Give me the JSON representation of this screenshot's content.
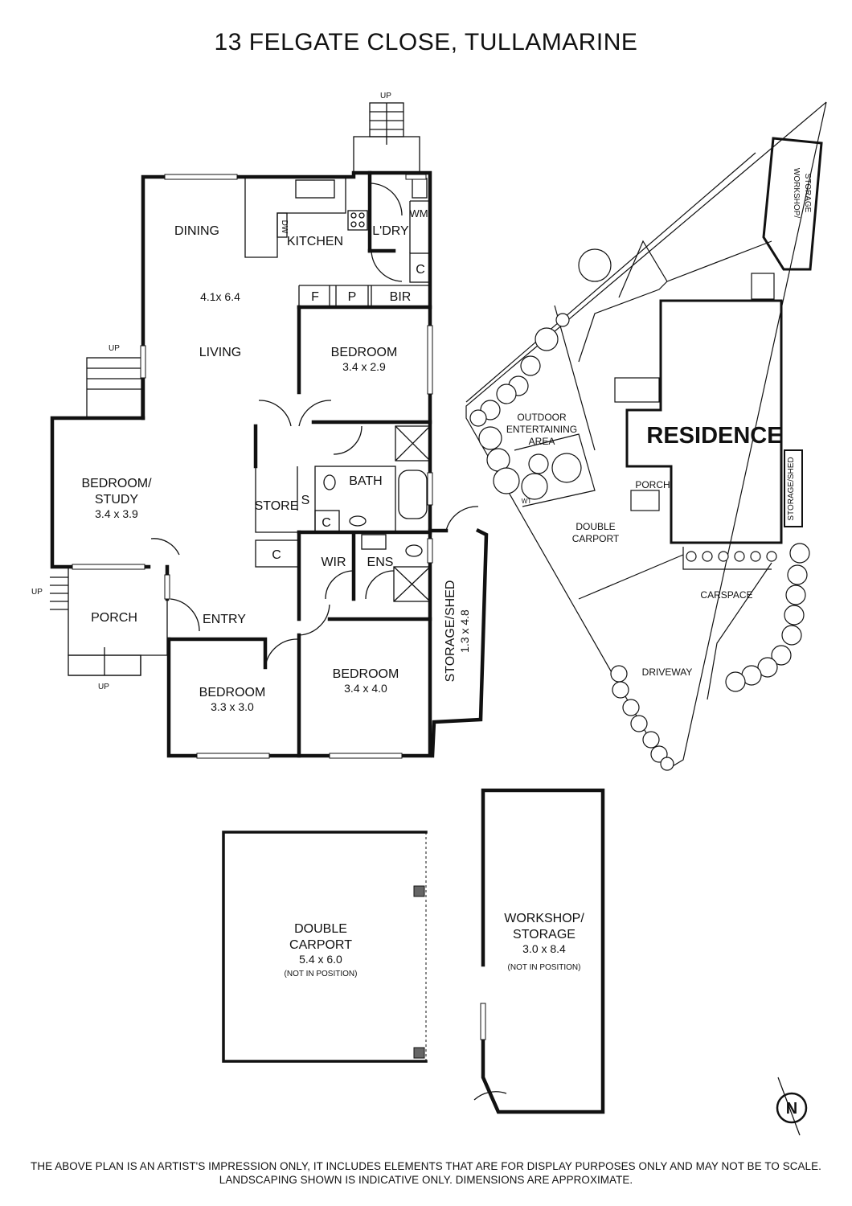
{
  "title": "13 FELGATE CLOSE, TULLAMARINE",
  "disclaimer": {
    "line1": "THE ABOVE PLAN IS AN ARTIST'S IMPRESSION ONLY, IT INCLUDES ELEMENTS THAT ARE FOR DISPLAY PURPOSES ONLY AND MAY NOT BE TO SCALE.",
    "line2": "LANDSCAPING SHOWN IS INDICATIVE ONLY. DIMENSIONS ARE APPROXIMATE."
  },
  "rooms": {
    "dining": "DINING",
    "kitchen": "KITCHEN",
    "laundry": "L'DRY",
    "wm": "WM",
    "dw": "DW",
    "living_dim": "4.1x 6.4",
    "living": "LIVING",
    "f": "F",
    "p": "P",
    "bir": "BIR",
    "c_laundry": "C",
    "bedroom_a": "BEDROOM",
    "bedroom_a_dim": "3.4 x 2.9",
    "bath": "BATH",
    "store": "STORE",
    "s": "S",
    "c_bath": "C",
    "c_hall": "C",
    "wir": "WIR",
    "ens": "ENS",
    "bedroom_study_1": "BEDROOM/",
    "bedroom_study_2": "STUDY",
    "bedroom_study_dim": "3.4 x 3.9",
    "porch": "PORCH",
    "entry": "ENTRY",
    "bedroom_b": "BEDROOM",
    "bedroom_b_dim": "3.3 x 3.0",
    "bedroom_c": "BEDROOM",
    "bedroom_c_dim": "3.4 x 4.0",
    "storage_shed": "STORAGE/SHED",
    "storage_shed_dim": "1.3 x 4.8",
    "up_top": "UP",
    "up_left": "UP",
    "up_porch_left": "UP",
    "up_porch_bottom": "UP"
  },
  "site": {
    "workshop_storage_1": "WORKSHOP/",
    "workshop_storage_2": "STORAGE",
    "outdoor_1": "OUTDOOR",
    "outdoor_2": "ENTERTAINING",
    "outdoor_3": "AREA",
    "residence": "RESIDENCE",
    "porch": "PORCH",
    "storage_shed": "STORAGE/SHED",
    "double_carport_1": "DOUBLE",
    "double_carport_2": "CARPORT",
    "carspace": "CARSPACE",
    "driveway": "DRIVEWAY",
    "wt": "WT"
  },
  "carport": {
    "name_1": "DOUBLE",
    "name_2": "CARPORT",
    "dim": "5.4 x 6.0",
    "note": "(NOT IN POSITION)"
  },
  "workshop": {
    "name_1": "WORKSHOP/",
    "name_2": "STORAGE",
    "dim": "3.0 x 8.4",
    "note": "(NOT IN POSITION)"
  },
  "compass": {
    "label": "N"
  }
}
